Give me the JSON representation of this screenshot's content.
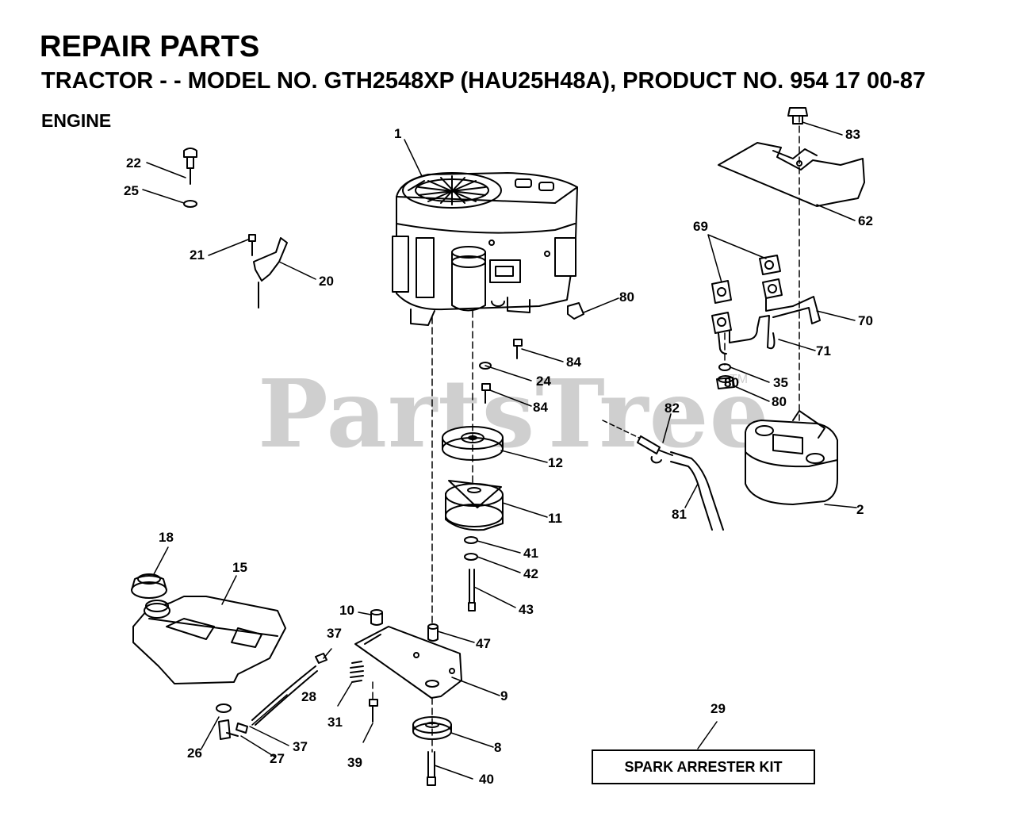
{
  "header": {
    "title": "REPAIR PARTS",
    "subtitle": "TRACTOR - - MODEL NO. GTH2548XP (HAU25H48A), PRODUCT NO. 954 17 00-87",
    "section": "ENGINE"
  },
  "watermark": {
    "text": "PartsTree",
    "trademark": "TM"
  },
  "kit_label": "SPARK ARRESTER KIT",
  "callouts": [
    "1",
    "2",
    "8",
    "9",
    "10",
    "11",
    "12",
    "15",
    "18",
    "20",
    "21",
    "22",
    "24",
    "25",
    "26",
    "27",
    "28",
    "29",
    "31",
    "35",
    "37",
    "37",
    "39",
    "40",
    "41",
    "42",
    "43",
    "47",
    "62",
    "69",
    "70",
    "71",
    "80",
    "80",
    "80",
    "81",
    "82",
    "83",
    "84",
    "84"
  ]
}
